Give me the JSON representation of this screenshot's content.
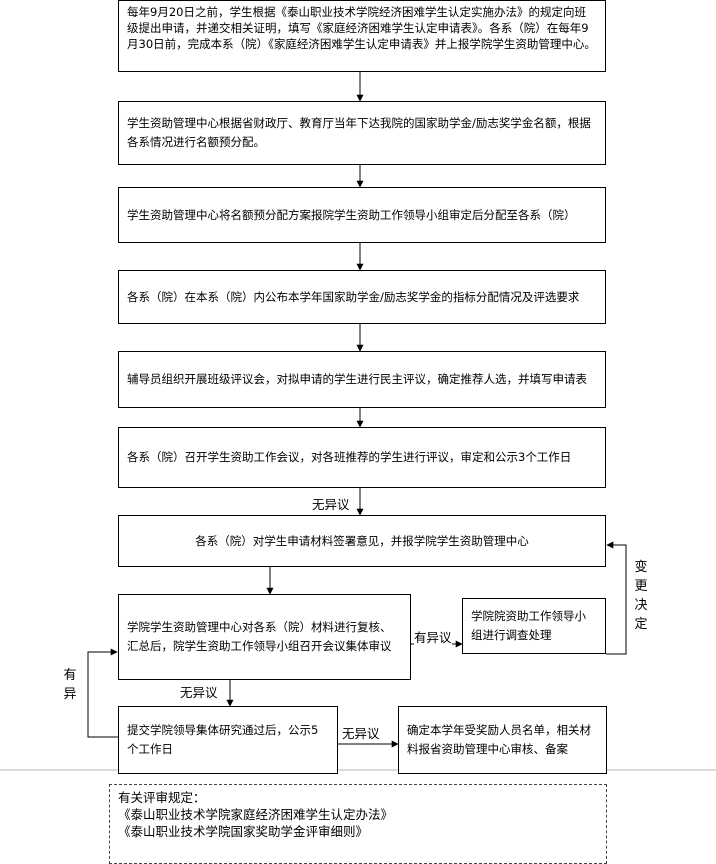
{
  "steps": {
    "s1": "每年9月20日之前，学生根据《泰山职业技术学院经济困难学生认定实施办法》的规定向班级提出申请，并递交相关证明，填写《家庭经济困难学生认定申请表》。各系（院）在每年9月30日前，完成本系（院）《家庭经济困难学生认定申请表》并上报学院学生资助管理中心。",
    "s2": "学生资助管理中心根据省财政厅、教育厅当年下达我院的国家助学金/励志奖学金名额，根据各系情况进行名额预分配。",
    "s3": "学生资助管理中心将名额预分配方案报院学生资助工作领导小组审定后分配至各系（院）",
    "s4": "各系（院）在本系（院）内公布本学年国家助学金/励志奖学金的指标分配情况及评选要求",
    "s5": "辅导员组织开展班级评议会，对拟申请的学生进行民主评议，确定推荐人选，并填写申请表",
    "s6": "各系（院）召开学生资助工作会议，对各班推荐的学生进行评议，审定和公示3个工作日",
    "s7": "各系（院）对学生申请材料签署意见，并报学院学生资助管理中心",
    "s8": "学院学生资助管理中心对各系（院）材料进行复核、汇总后，院学生资助工作领导小组召开会议集体审议",
    "s9": "学院院资助工作领导小组进行调查处理",
    "s10": "提交学院领导集体研究通过后，公示5个工作日",
    "s11": "确定本学年受奖励人员名单，相关材料报省资助管理中心审核、备案"
  },
  "edge_labels": {
    "no_objection_1": "无异议",
    "objection_1": "有异议",
    "no_objection_2": "无异议",
    "no_objection_3": "无异议",
    "change_decision": "变更决定",
    "has_objection": "有异"
  },
  "notes": {
    "title": "有关评审规定：",
    "items": [
      "《泰山职业技术学院家庭经济困难学生认定办法》",
      "《泰山职业技术学院国家奖助学金评审细则》"
    ]
  }
}
